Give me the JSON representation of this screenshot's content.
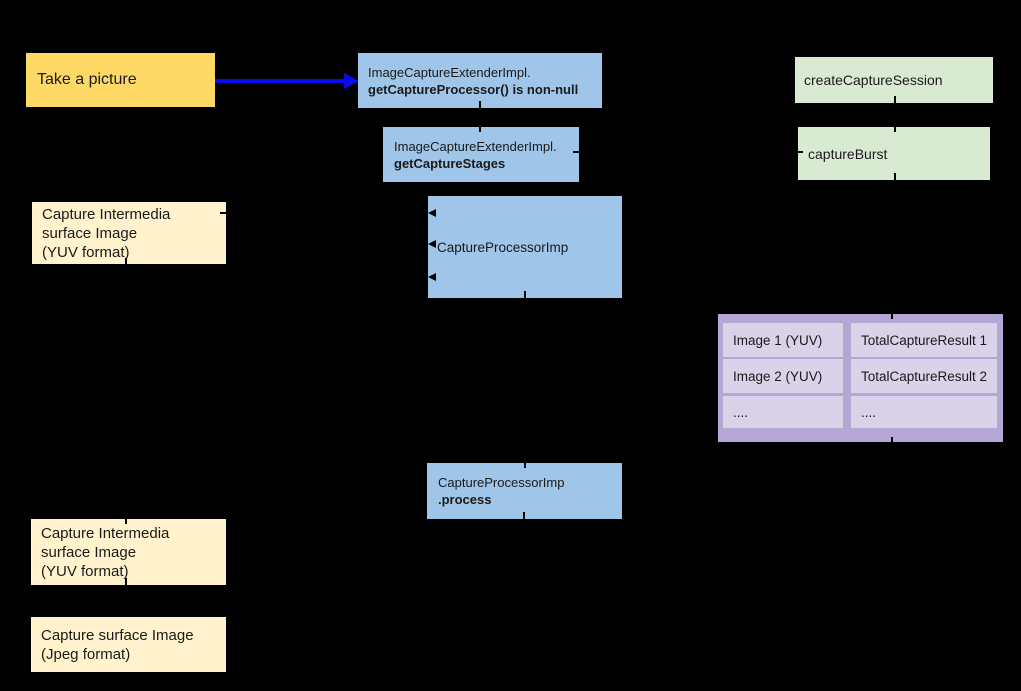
{
  "background": "#000000",
  "palette": {
    "yellow": "#ffd966",
    "pale_yellow": "#fff2cc",
    "blue": "#9fc5e8",
    "green": "#d9ead3",
    "purple_outer": "#b4a7d6",
    "purple_cell": "#d9d2e9",
    "arrow_blue": "#0a0af0",
    "text": "#1a1a1a"
  },
  "nodes": {
    "take_picture": {
      "label": "Take a picture"
    },
    "get_capture_processor": {
      "line1": "ImageCaptureExtenderImpl.",
      "line2": "getCaptureProcessor() is non-null"
    },
    "get_capture_stages": {
      "line1": "ImageCaptureExtenderImpl.",
      "line2": "getCaptureStages"
    },
    "create_capture_session": {
      "label": "createCaptureSession"
    },
    "capture_burst": {
      "label": "captureBurst"
    },
    "capture_intermedia_top": {
      "line1": "Capture Intermedia",
      "line2": "surface Image",
      "line3": "(YUV format)"
    },
    "capture_processor_imp": {
      "label": "CaptureProcessorImp"
    },
    "capture_processor_process": {
      "line1": "CaptureProcessorImp",
      "line2": ".process"
    },
    "capture_intermedia_bottom": {
      "line1": "Capture Intermedia",
      "line2": "surface Image",
      "line3": "(YUV format)"
    },
    "capture_surface_jpeg": {
      "line1": "Capture surface Image",
      "line2": "(Jpeg format)"
    }
  },
  "results_table": {
    "rows": [
      {
        "image": "Image 1 (YUV)",
        "result": "TotalCaptureResult 1"
      },
      {
        "image": "Image 2 (YUV)",
        "result": "TotalCaptureResult 2"
      },
      {
        "image": "....",
        "result": "...."
      }
    ]
  }
}
